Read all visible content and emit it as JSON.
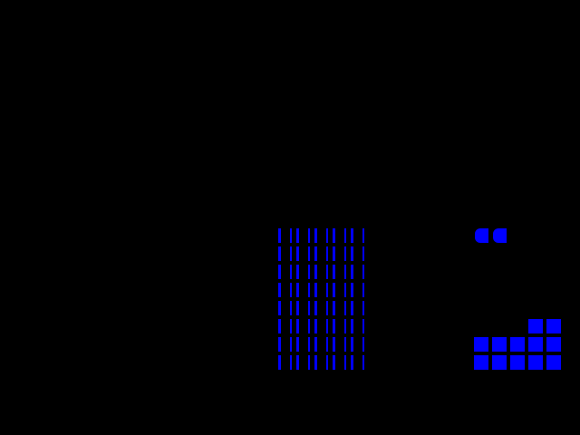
{
  "colors": {
    "background": "#000000",
    "piece": "#0000ff"
  },
  "striped_field": {
    "rows": 8,
    "columns": 5
  },
  "tokens": {
    "count": 2,
    "icon": "rounded-left-block-icon"
  },
  "stack": [
    [
      0,
      0,
      0,
      1,
      1
    ],
    [
      1,
      1,
      1,
      1,
      1
    ],
    [
      1,
      1,
      1,
      1,
      1
    ]
  ]
}
